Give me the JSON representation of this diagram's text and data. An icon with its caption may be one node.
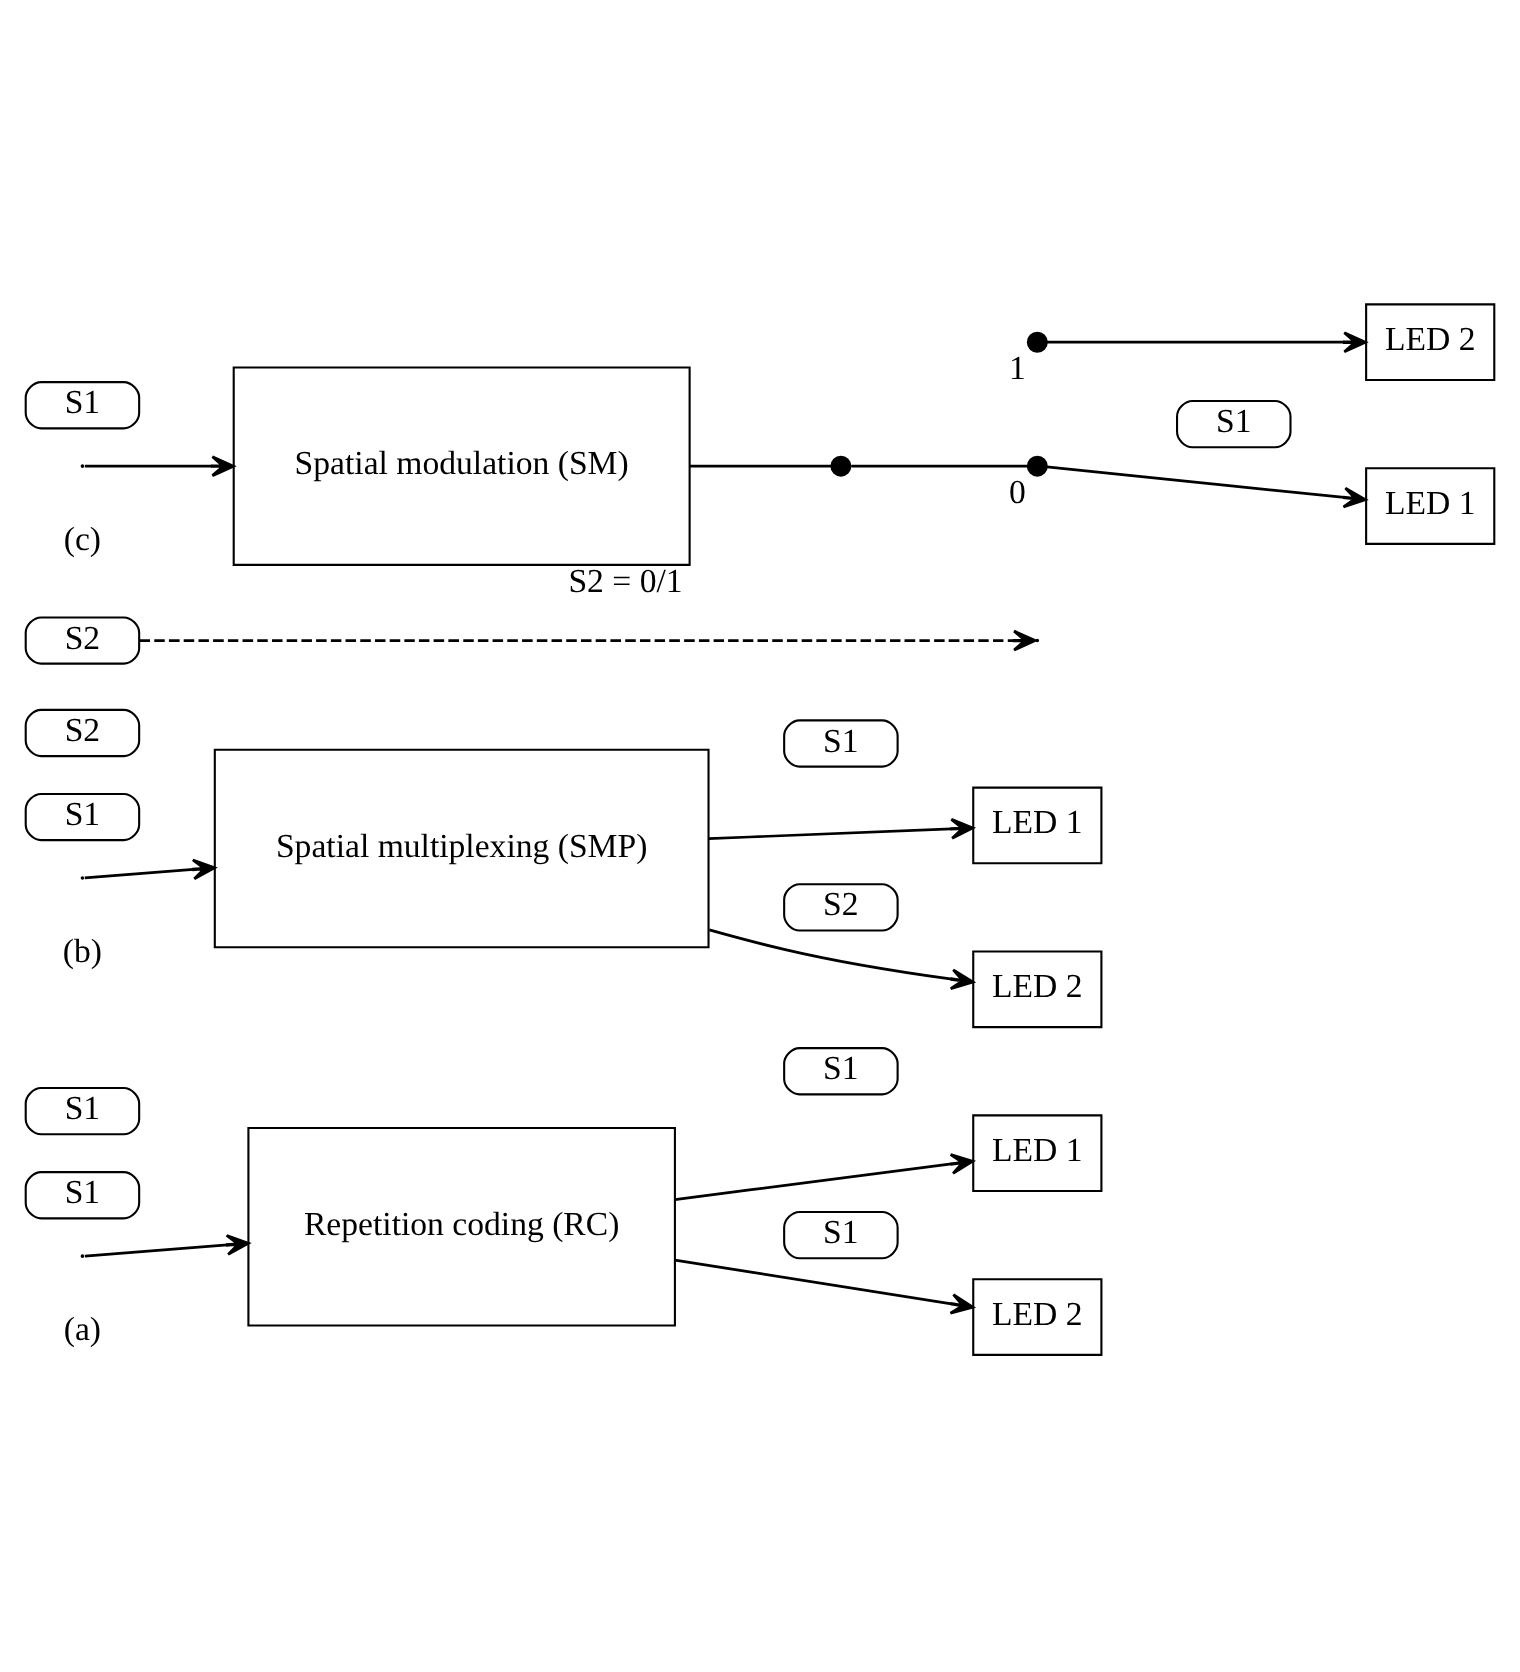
{
  "diagram": {
    "nodes": [
      {
        "text": [
          "S1"
        ]
      },
      {
        "text": [
          "S1"
        ]
      },
      {
        "text": [
          "Repetition coding (RC)"
        ]
      },
      {
        "text": [
          "S1"
        ]
      },
      {
        "text": [
          "LED 1"
        ]
      },
      {
        "text": [
          "S1"
        ]
      },
      {
        "text": [
          "LED 2"
        ]
      },
      {
        "text": [
          "S2"
        ]
      },
      {
        "text": [
          "S1"
        ]
      },
      {
        "text": [
          "Spatial multiplexing (SMP)"
        ]
      },
      {
        "text": [
          "S1"
        ]
      },
      {
        "text": [
          "LED 1"
        ]
      },
      {
        "text": [
          "S2"
        ]
      },
      {
        "text": [
          "LED 2"
        ]
      },
      {
        "text": [
          "S2"
        ]
      },
      {
        "text": [
          "S1"
        ]
      },
      {
        "text": [
          "Spatial modulation (SM)"
        ],
        "beside": [
          "S2 = 0/1"
        ]
      },
      {
        "text": [],
        "shape": "circle"
      },
      {
        "text": [],
        "shape": "circle",
        "beside": [
          "0"
        ]
      },
      {
        "text": [],
        "shape": "circle",
        "beside": [
          "1"
        ]
      },
      {
        "text": [
          "S1"
        ]
      },
      {
        "text": [
          "LED 1"
        ]
      },
      {
        "text": [
          "LED 2"
        ]
      }
    ],
    "edges": [
      {
        "from": null,
        "to": 2,
        "arrow": "to"
      },
      {
        "from": 2,
        "to": 4,
        "arrow": "to"
      },
      {
        "from": 2,
        "to": 6,
        "arrow": "to"
      },
      {
        "from": null,
        "to": 9,
        "arrow": "to"
      },
      {
        "from": 9,
        "to": 11,
        "arrow": "to"
      },
      {
        "from": 9,
        "to": 13,
        "arrow": "to"
      },
      {
        "from": null,
        "to": 16,
        "arrow": "to"
      },
      {
        "from": 16,
        "to": 17,
        "arrow": "none"
      },
      {
        "from": 17,
        "to": 18,
        "arrow": "none"
      },
      {
        "from": 18,
        "to": 21,
        "arrow": "to"
      },
      {
        "from": 19,
        "to": 22,
        "arrow": "to"
      },
      {
        "from": 14,
        "to": null,
        "arrow": "to",
        "style": "dashed"
      }
    ],
    "labels": [
      "(a)",
      "(b)",
      "(c)"
    ]
  }
}
